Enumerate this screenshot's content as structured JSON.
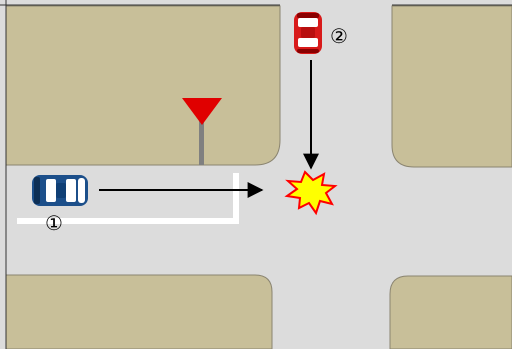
{
  "colors": {
    "road": "#dcdcdc",
    "block": "#c8bf99",
    "block_edge": "#8a8470",
    "line": "#ffffff",
    "sign": "#e00000",
    "pole": "#808080",
    "car1": "#1c4f8a",
    "car2": "#d81a1a",
    "collision_fill": "#ffff00",
    "collision_edge": "#ff0000",
    "arrow": "#000000"
  },
  "vehicles": [
    {
      "id": "car-1",
      "label": "①",
      "color": "car1",
      "direction": "east"
    },
    {
      "id": "car-2",
      "label": "②",
      "color": "car2",
      "direction": "south"
    }
  ],
  "icons": {
    "yield_sign": "yield-sign-icon",
    "collision": "collision-icon"
  }
}
